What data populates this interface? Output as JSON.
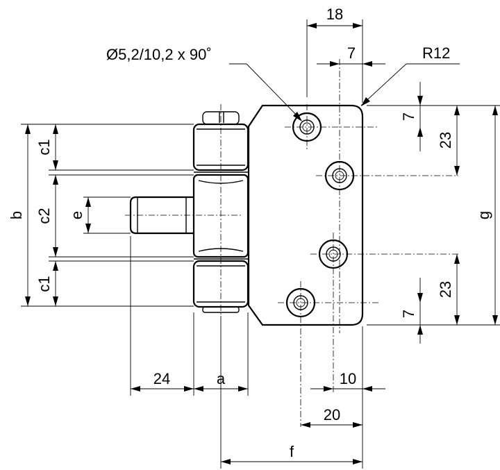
{
  "drawing": {
    "dimensions": {
      "top_width": "18",
      "hole_spec": "Ø5,2/10,2 x 90˚",
      "hole_offset_top": "7",
      "corner_radius": "R12",
      "hole_offset_right_top": "7",
      "hole_spacing_top": "23",
      "overall_height": "g",
      "leaf_height": "b",
      "knuckle_c1_top": "c1",
      "knuckle_c2": "c2",
      "pin_e": "e",
      "knuckle_c1_bottom": "c1",
      "hole_spacing_bottom": "23",
      "hole_offset_right_bottom": "7",
      "pin_length": "24",
      "knuckle_width": "a",
      "hole_offset_bottom": "10",
      "bottom_width": "20",
      "overall_width": "f"
    }
  }
}
